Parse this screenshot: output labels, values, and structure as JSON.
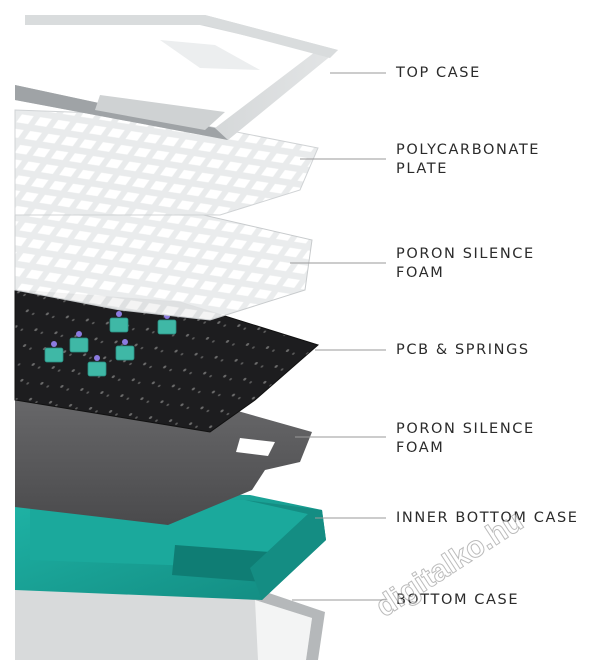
{
  "layers": [
    {
      "lines": [
        "TOP CASE"
      ]
    },
    {
      "lines": [
        "POLYCARBONATE",
        "PLATE"
      ]
    },
    {
      "lines": [
        "PORON SILENCE",
        "FOAM"
      ]
    },
    {
      "lines": [
        "PCB & SPRINGS"
      ]
    },
    {
      "lines": [
        "PORON SILENCE",
        "FOAM"
      ]
    },
    {
      "lines": [
        "INNER BOTTOM CASE"
      ]
    },
    {
      "lines": [
        "BOTTOM CASE"
      ]
    }
  ],
  "watermark": "digitalko.hu",
  "colors": {
    "label_text": "#2b2b2b",
    "leader_line": "#9a9a9a",
    "aluminum": "#c9ccce",
    "plate": "#eef0f1",
    "foam": "#5b5b5d",
    "pcb": "#1c1c1e",
    "teal": "#19a397",
    "switch": "#3fb8a6"
  }
}
